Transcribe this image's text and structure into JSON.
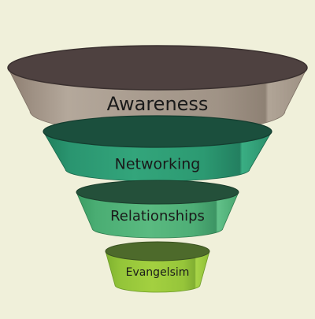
{
  "background_color": "#F0F0DA",
  "funnel": {
    "rings": [
      {
        "label": "Awareness",
        "color": "#A99C8F",
        "inner_color": "#4E4140"
      },
      {
        "label": "Networking",
        "color": "#2E9E74",
        "inner_color": "#1B4F3D"
      },
      {
        "label": "Relationships",
        "color": "#53B37A",
        "inner_color": "#24503A"
      },
      {
        "label": "Evangelsim",
        "color": "#9DCC3C",
        "inner_color": "#4D6A2B"
      }
    ]
  }
}
